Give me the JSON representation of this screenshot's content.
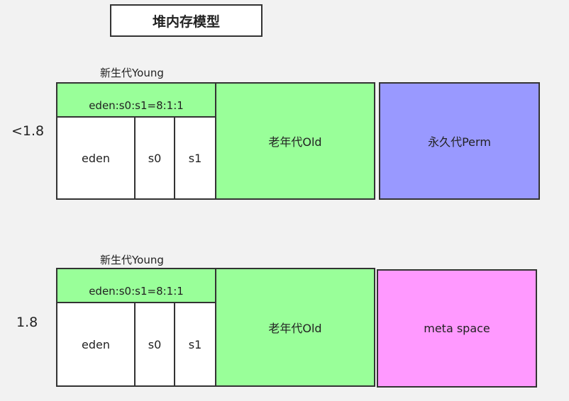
{
  "title": "堆内存模型",
  "colors": {
    "background": "#f2f2f2",
    "green": "#99ff99",
    "perm": "#9999ff",
    "meta": "#ff99ff",
    "border": "#333333"
  },
  "rows": [
    {
      "version": "<1.8",
      "young_label": "新生代Young",
      "ratio": "eden:s0:s1=8:1:1",
      "eden": "eden",
      "s0": "s0",
      "s1": "s1",
      "old": "老年代Old",
      "extra": "永久代Perm"
    },
    {
      "version": "1.8",
      "young_label": "新生代Young",
      "ratio": "eden:s0:s1=8:1:1",
      "eden": "eden",
      "s0": "s0",
      "s1": "s1",
      "old": "老年代Old",
      "extra": "meta space"
    }
  ]
}
